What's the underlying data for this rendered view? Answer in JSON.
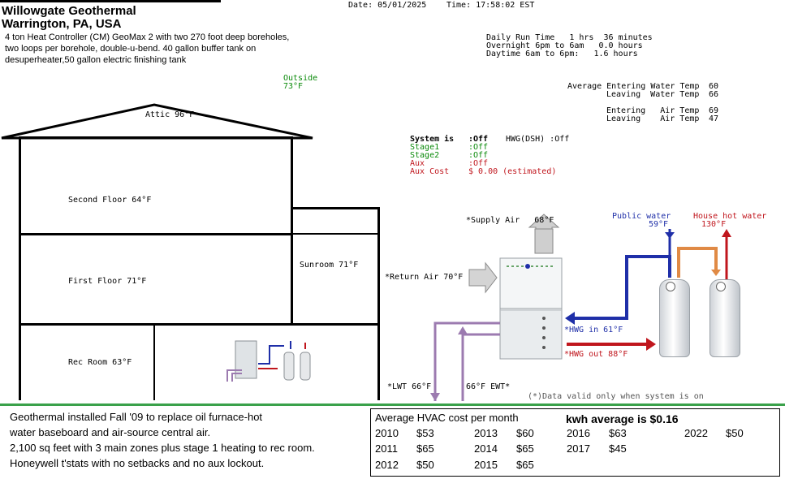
{
  "header": {
    "site_name": "Willowgate Geothermal",
    "location": "Warrington, PA, USA",
    "description_lines": [
      "4 ton Heat Controller (CM) GeoMax 2 with two 270 foot deep boreholes,",
      "two loops per borehole, double-u-bend.  40 gallon buffer tank on",
      "desuperheater,50 gallon electric finishing tank"
    ],
    "date_label": "Date: 05/01/2025",
    "time_label": "Time: 17:58:02 EST"
  },
  "run_time": {
    "daily": "Daily Run Time   1 hrs  36 minutes",
    "overnight": "Overnight 6pm to 6am   0.0 hours",
    "daytime": "Daytime 6am to 6pm:   1.6 hours"
  },
  "averages": {
    "water_entering_label": "Average Entering Water Temp",
    "water_entering": "60",
    "water_leaving_label": "Leaving  Water Temp",
    "water_leaving": "66",
    "air_entering_label": "Entering   Air Temp",
    "air_entering": "69",
    "air_leaving_label": "Leaving    Air Temp",
    "air_leaving": "47"
  },
  "outside": {
    "label": "Outside",
    "temp": "73°F"
  },
  "house": {
    "attic": "Attic  96°F",
    "second_floor": "Second Floor 64°F",
    "first_floor": "First Floor 71°F",
    "sunroom": "Sunroom 71°F",
    "rec_room": "Rec Room 63°F"
  },
  "system": {
    "system_is_label": "System is",
    "system_is_value": ":Off",
    "hwg_label": "HWG(DSH) :Off",
    "stage1_label": "Stage1",
    "stage1_value": ":Off",
    "stage2_label": "Stage2",
    "stage2_value": ":Off",
    "aux_label": "Aux",
    "aux_value": ":Off",
    "aux_cost_label": "Aux Cost",
    "aux_cost_value": "$ 0.00 (estimated)"
  },
  "equipment": {
    "supply_air": "*Supply Air   68°F",
    "return_air": "*Return Air 70°F",
    "public_water_label": "Public water",
    "public_water_temp": "59°F",
    "house_hot_water_label": "House hot water",
    "house_hot_water_temp": "130°F",
    "hwg_in": "*HWG in 61°F",
    "hwg_out": "*HWG out 88°F",
    "lwt": "*LWT 66°F",
    "ewt": "66°F EWT*",
    "note": "(*)Data valid only when system is on"
  },
  "footer": {
    "notes": [
      "Geothermal installed Fall '09 to replace oil furnace-hot",
      "water baseboard and air-source central air.",
      "2,100 sq feet with 3 main zones plus stage 1 heating to rec room.",
      "Honeywell t'stats with no setbacks and no aux lockout."
    ],
    "cost_title": "Average HVAC cost per month",
    "kwh_title": "kwh average is $0.16",
    "costs": [
      {
        "year": "2010",
        "cost": "$53"
      },
      {
        "year": "2011",
        "cost": "$65"
      },
      {
        "year": "2012",
        "cost": "$50"
      },
      {
        "year": "2013",
        "cost": "$60"
      },
      {
        "year": "2014",
        "cost": "$65"
      },
      {
        "year": "2015",
        "cost": "$65"
      },
      {
        "year": "2016",
        "cost": "$63"
      },
      {
        "year": "2017",
        "cost": "$45"
      },
      {
        "year": "2022",
        "cost": "$50"
      }
    ]
  },
  "colors": {
    "green_text": "#0a8a0a",
    "red_text": "#c0161d",
    "blue_text": "#1f2fa8",
    "divider_green": "#3aa14a"
  }
}
